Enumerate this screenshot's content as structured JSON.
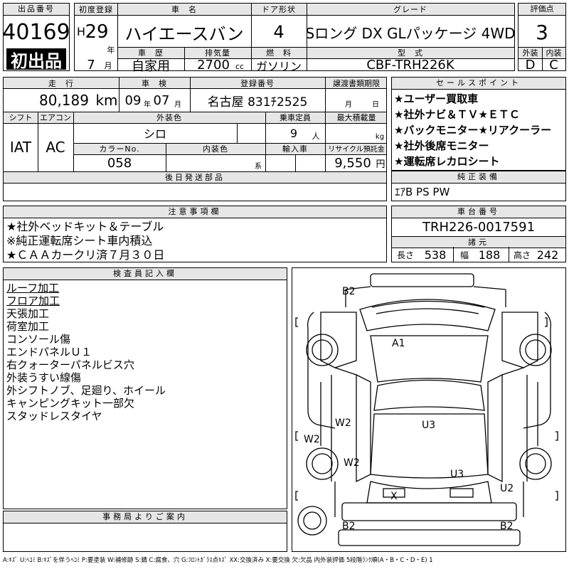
{
  "top": {
    "auction_no_label": "出品番号",
    "auction_no": "40169",
    "first_listing": "初出品",
    "first_reg_label": "初度登録",
    "era": "H",
    "year": "29",
    "year_unit": "年",
    "month": "7",
    "month_unit": "月",
    "car_name_label": "車　名",
    "car_name": "ハイエースバン",
    "door_label": "ドア形状",
    "doors": "4",
    "grade_label": "グレード",
    "grade": "Sロング DX GLパッケージ 4WD",
    "score_label": "評価点",
    "score": "3",
    "history_label": "車　歴",
    "history": "自家用",
    "displacement_label": "排気量",
    "displacement": "2700",
    "displacement_unit": "cc",
    "fuel_label": "燃　料",
    "fuel": "ガソリン",
    "model_code_label": "型　式",
    "model_code": "CBF-TRH226K",
    "exterior_label": "外装",
    "exterior_grade": "D",
    "interior_label": "内装",
    "interior_grade": "C"
  },
  "row2": {
    "mileage_label": "走　行",
    "mileage": "80,189",
    "mileage_unit": "km",
    "inspection_label": "車　検",
    "inspection_year": "09",
    "inspection_year_unit": "年",
    "inspection_month": "07",
    "inspection_month_unit": "月",
    "plate_label": "登録番号",
    "plate": "名古屋 831ﾁ2525",
    "transfer_label": "譲渡書類期限",
    "transfer_month_unit": "月",
    "transfer_day_unit": "日",
    "shift_label": "シフト",
    "aircon_label": "エアコン",
    "shift": "IAT",
    "aircon": "AC",
    "color_label": "外装色",
    "color": "シロ",
    "capacity_label": "乗車定員",
    "capacity": "9",
    "capacity_unit": "人",
    "load_label": "最大積載量",
    "load_unit": "kg",
    "color_no_label": "カラーNo.",
    "color_no": "058",
    "interior_color_label": "内装色",
    "interior_color_unit": "系",
    "import_label": "輸入車",
    "recycle_label": "リサイクル預託金",
    "recycle": "9,550",
    "recycle_unit": "円",
    "later_parts_label": "後日発送部品"
  },
  "sales_points": {
    "label": "セールスポイント",
    "items": [
      "★ユーザー買取車",
      "★社外ナビ＆ＴＶ★ＥＴＣ",
      "★バックモニター★リアクーラー",
      "★社外後席モニター",
      "★運転席レカロシート"
    ]
  },
  "genuine": {
    "label": "純正装備",
    "value": "ｴｱB PS PW"
  },
  "notes": {
    "label": "注意事項欄",
    "items": [
      "★社外ベッドキット＆テーブル",
      "※純正運転席シート車内積込",
      "★ＣＡＡカークリ済７月３０日"
    ]
  },
  "chassis": {
    "label": "車台番号",
    "value": "TRH226-0017591",
    "dims_label": "諸元",
    "length_label": "長さ",
    "length": "538",
    "width_label": "幅",
    "width": "188",
    "height_label": "高さ",
    "height": "242"
  },
  "inspector": {
    "label": "検査員記入欄",
    "items": [
      "ルーフ加工",
      "フロア加工",
      "天張加工",
      "荷室加工",
      "コンソール傷",
      "エンドパネルＵ１",
      "右クォーターパネルビス穴",
      "外装うすい線傷",
      "外シフトノブ、足廻り、ホイール",
      "キャンピングキット一部欠",
      "スタッドレスタイヤ"
    ]
  },
  "office": {
    "label": "事務局よりご案内"
  },
  "diagram": {
    "marks": [
      "B2",
      "A1",
      "W2",
      "U3",
      "W2",
      "W2",
      "U3",
      "X",
      "U2",
      "B2",
      "B2"
    ]
  },
  "legend": "A:ｷｽﾞ U:ﾍｺﾐ B:ｷｽﾞを伴うﾍｺﾐ P:要塗装 W:補修跡 S:錆 C:腐食、穴 G:ﾌﾛﾝﾄｶﾞﾗｽ点ｷｽﾞ XX:交換済み X:要交換 欠:欠品 内外装評価 5段階ﾗﾝｸ順(A・B・C・D・E) 1"
}
